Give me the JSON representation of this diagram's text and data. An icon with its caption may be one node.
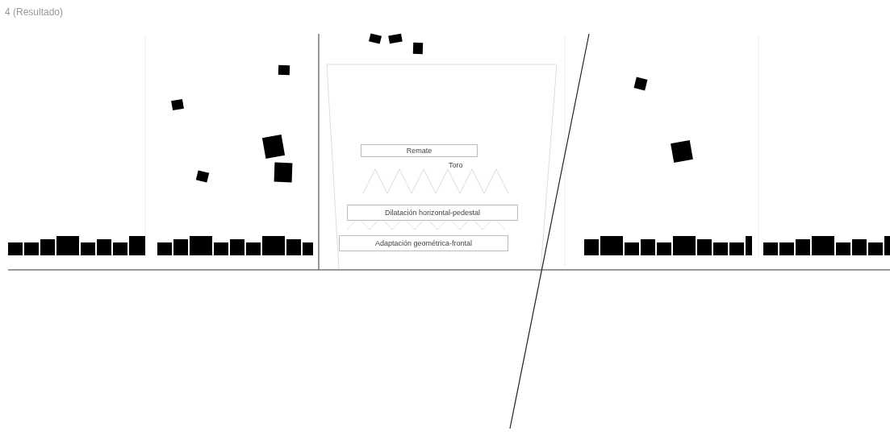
{
  "diagram": {
    "title": "4 (Resultado)",
    "nodes": [
      {
        "text": [
          "Remate"
        ]
      },
      {
        "text": [
          "Dilatación horizontal-pedestal"
        ]
      },
      {
        "text": [
          "Adaptación geométrica-frontal"
        ]
      }
    ],
    "labels": [
      "Toro"
    ]
  }
}
